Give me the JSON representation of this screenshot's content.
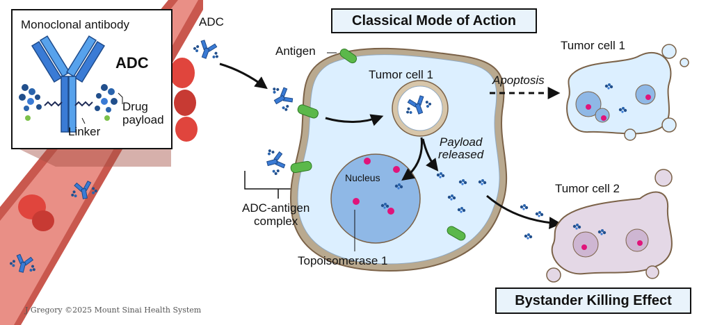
{
  "labels": {
    "monoclonal_antibody": "Monoclonal antibody",
    "adc_inset": "ADC",
    "drug_payload": "Drug\npayload",
    "linker": "Linker",
    "adc_vessel": "ADC",
    "antigen": "Antigen",
    "tumor_cell_1_center": "Tumor cell 1",
    "nucleus": "Nucleus",
    "payload_released": "Payload\nreleased",
    "adc_antigen_complex": "ADC-antigen\ncomplex",
    "topoisomerase": "Topoisomerase 1",
    "apoptosis": "Apoptosis",
    "tumor_cell_1_right": "Tumor cell 1",
    "tumor_cell_2_right": "Tumor cell 2"
  },
  "titles": {
    "classical": "Classical Mode of Action",
    "bystander": "Bystander Killing Effect"
  },
  "credit": "J Gregory ©2025 Mount Sinai Health System",
  "colors": {
    "vessel": "#e98f86",
    "vessel_dark": "#c9584e",
    "rbc": "#e0453d",
    "cell_fill": "#dcefff",
    "cell_border": "#8a6a4a",
    "nucleus": "#8fb8e6",
    "antibody": "#2f6fc0",
    "antigen": "#5bb84a",
    "payload": "#214f8c",
    "topo": "#e0147a",
    "dying_cell": "#e4d8e6"
  }
}
